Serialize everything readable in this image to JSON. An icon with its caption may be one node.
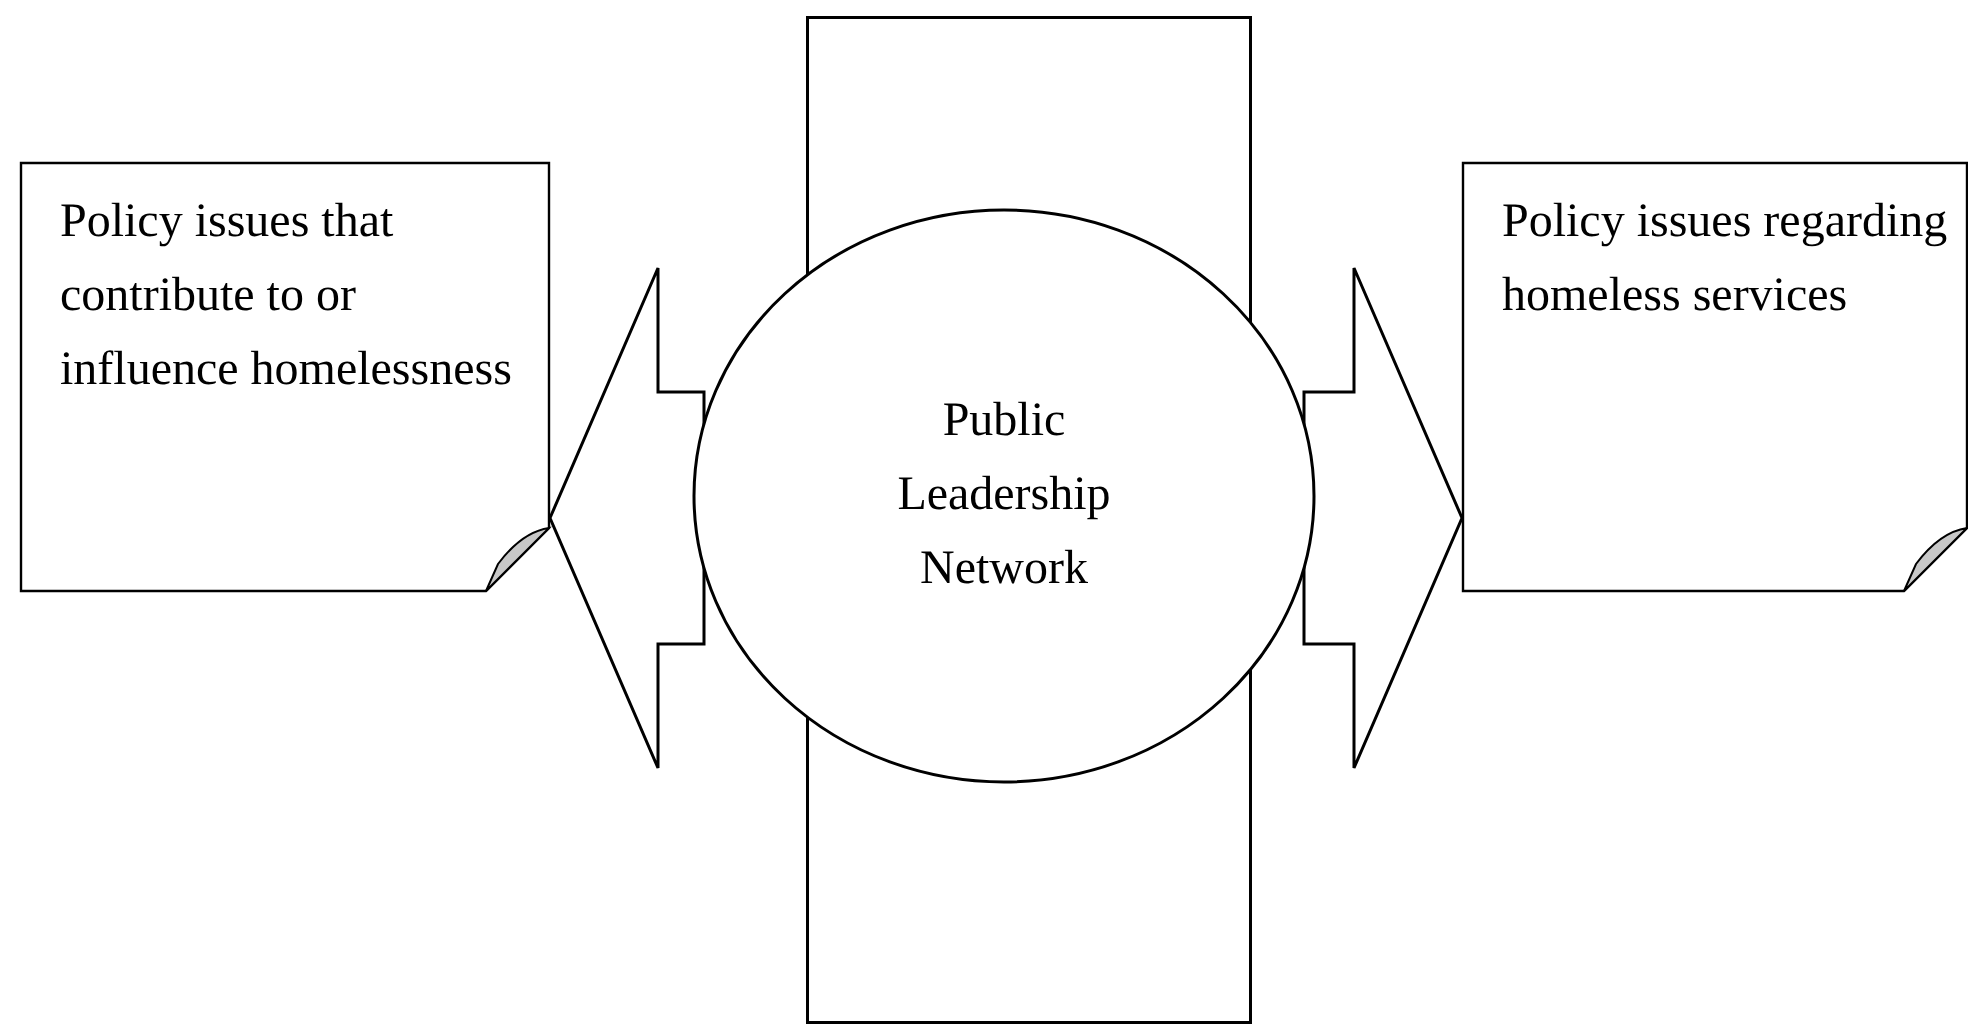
{
  "diagram": {
    "nodes": [
      {
        "text": [
          "Policy issues that contribute to or influence homelessness"
        ]
      },
      {
        "text": [],
        "shape": "box"
      },
      {
        "text": [
          "Public Leadership Network"
        ]
      },
      {
        "text": [
          "Policy issues regarding homeless services"
        ]
      }
    ],
    "edges": [
      {
        "from": 2,
        "to": 0,
        "arrow": "to",
        "style": "thick"
      },
      {
        "from": 2,
        "to": 3,
        "arrow": "to",
        "style": "thick"
      }
    ]
  }
}
